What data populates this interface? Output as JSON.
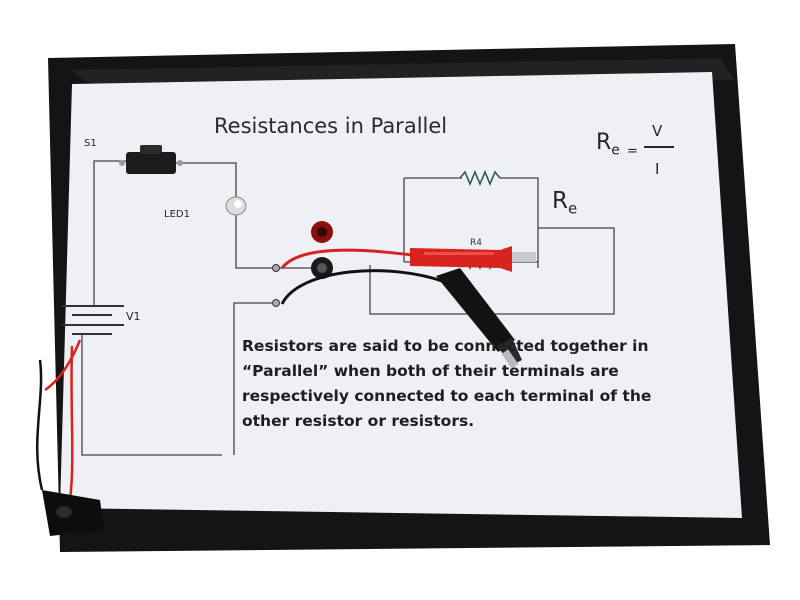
{
  "board": {
    "title": "Resistances in Parallel",
    "labels": {
      "switch": "S1",
      "led": "LED1",
      "battery": "V1",
      "resistor": "R4",
      "equivalent": "R",
      "equivalent_sub": "e"
    },
    "formula": {
      "lhs": "R",
      "lhs_sub": "e",
      "equals": "=",
      "numerator": "V",
      "denominator": "I"
    },
    "description": [
      "Resistors are said to be connected together in",
      "“Parallel” when both of their terminals are",
      "respectively connected to each terminal of the",
      "other resistor or resistors."
    ]
  },
  "colors": {
    "backing": "#141414",
    "paper": "#eef0f5",
    "wire": "#444444",
    "resistor": "#2f5d4a",
    "red_plug": "#d8231f",
    "black_plug": "#121212"
  }
}
